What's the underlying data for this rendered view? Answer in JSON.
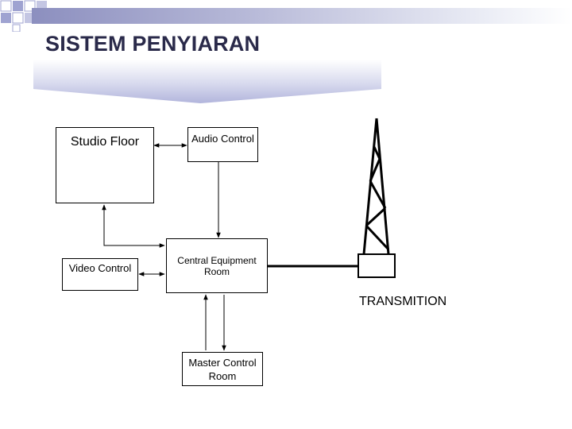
{
  "slide": {
    "title": "SISTEM PENYIARAN"
  },
  "diagram": {
    "studio_floor": "Studio Floor",
    "audio_control": "Audio Control",
    "video_control": "Video Control",
    "central_equipment_room": "Central Equipment Room",
    "master_control_room": "Master Control Room",
    "transmition": "TRANSMITION"
  },
  "colors": {
    "band_dark": "#8c8fbf",
    "band_light": "#eceef6",
    "title_text": "#2a2a4a",
    "square_blue": "#9fa3d1"
  },
  "icons": [
    "transmission-tower-icon"
  ]
}
